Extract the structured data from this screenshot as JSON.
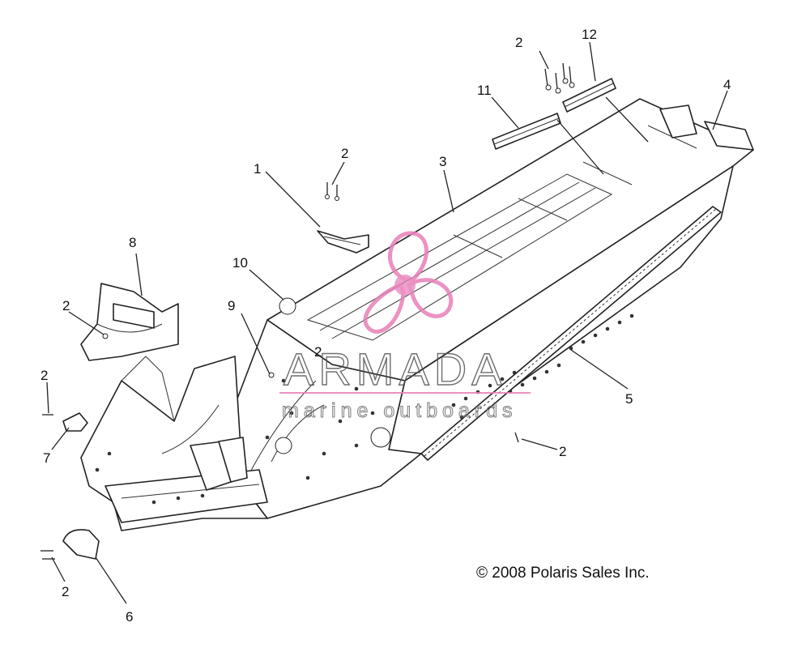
{
  "copyright": "© 2008 Polaris Sales Inc.",
  "watermark": {
    "brand": "ARMADA",
    "tagline": "marine outboards",
    "accent_color": "#e87fb8"
  },
  "callouts": [
    "1",
    "2",
    "3",
    "4",
    "5",
    "6",
    "7",
    "8",
    "9",
    "10",
    "11",
    "12",
    "2",
    "2",
    "2",
    "2",
    "2",
    "2"
  ]
}
